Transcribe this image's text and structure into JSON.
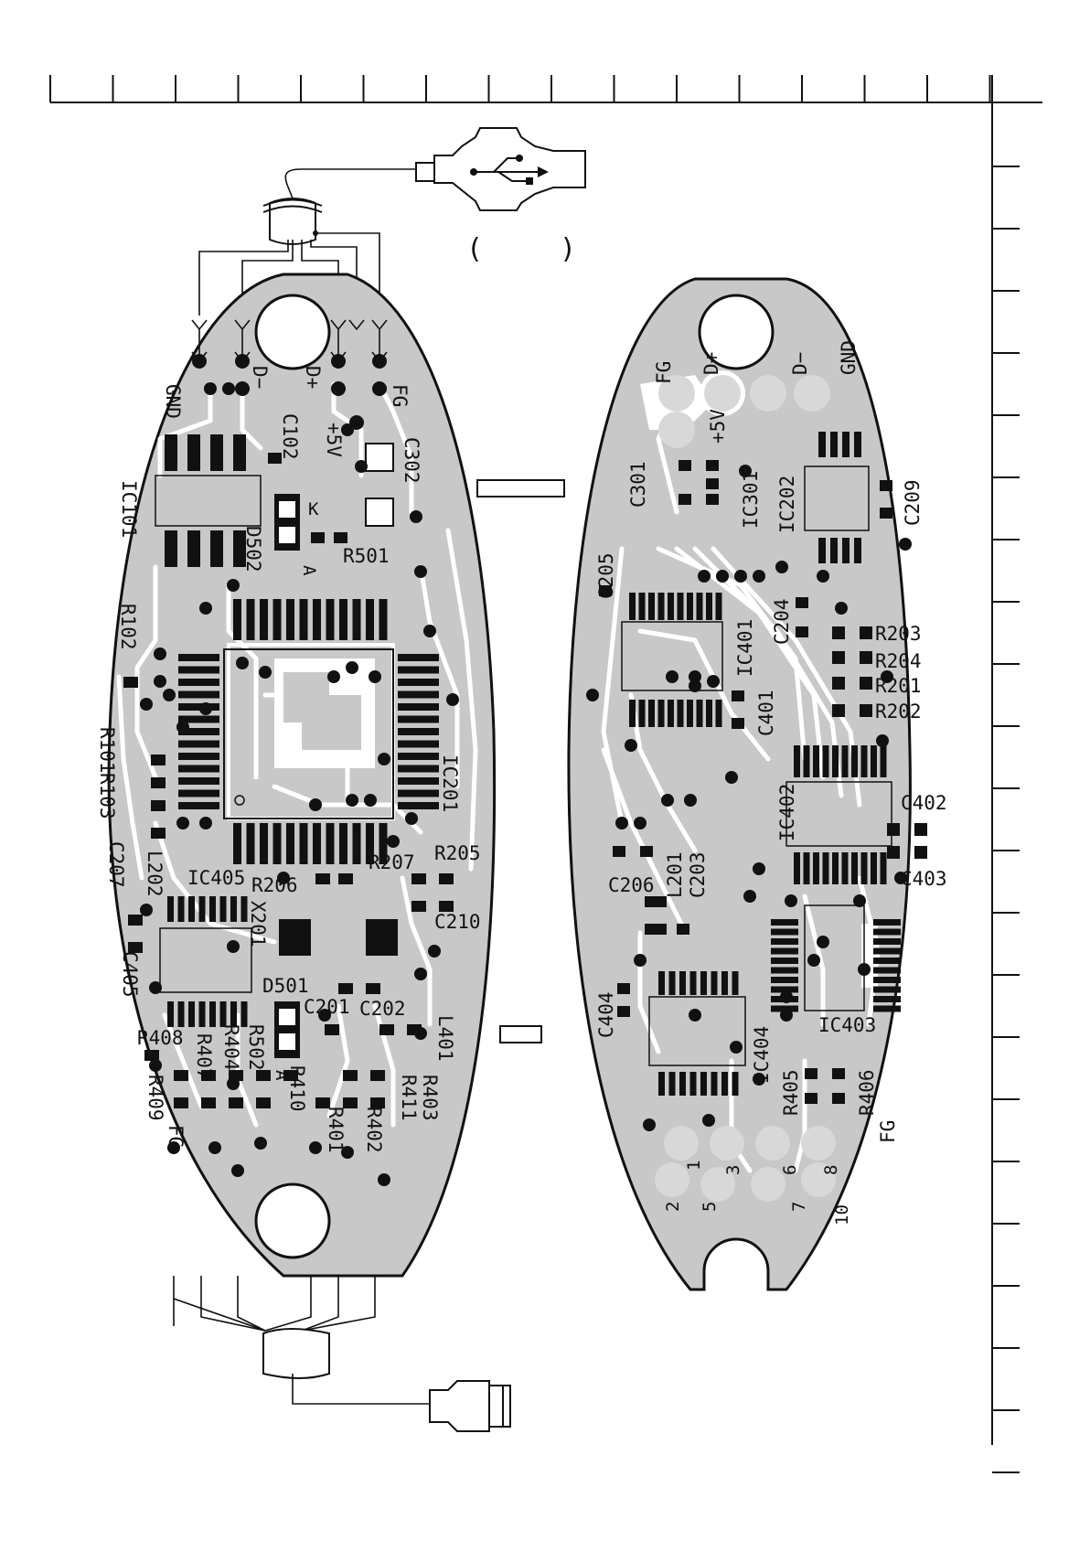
{
  "side_a": {
    "top_connector": {
      "labels": [
        "GND",
        "D−",
        "D+",
        "FG"
      ]
    },
    "power_label": "+5V",
    "components": [
      "C102",
      "C302",
      "IC101",
      "D502",
      "K",
      "A",
      "R501",
      "R102",
      "R101",
      "R103",
      "IC201",
      "C207",
      "L202",
      "IC405",
      "R206",
      "R207",
      "R205",
      "X201",
      "C210",
      "C405",
      "D501",
      "C201",
      "C202",
      "R408",
      "R407",
      "R404",
      "R502",
      "A",
      "R410",
      "L401",
      "R403",
      "R411",
      "R409",
      "R401",
      "R402",
      "FG"
    ]
  },
  "side_b": {
    "top_connector": {
      "labels": [
        "FG",
        "D+",
        "D−",
        "GND"
      ]
    },
    "power_label": "+5V",
    "components": [
      "C301",
      "IC301",
      "IC202",
      "C209",
      "C205",
      "C204",
      "C401",
      "IC401",
      "R203",
      "R204",
      "R201",
      "R202",
      "IC402",
      "C402",
      "C403",
      "C206",
      "L201",
      "C203",
      "C404",
      "IC404",
      "IC403",
      "R405",
      "R406",
      "FG"
    ],
    "pin_numbers": [
      "2",
      "1",
      "5",
      "3",
      "6",
      "7",
      "8",
      "10"
    ]
  },
  "colors": {
    "board": "#c8c8c8",
    "copper": "#ffffff",
    "ink": "#111111",
    "paper": "#ffffff"
  }
}
